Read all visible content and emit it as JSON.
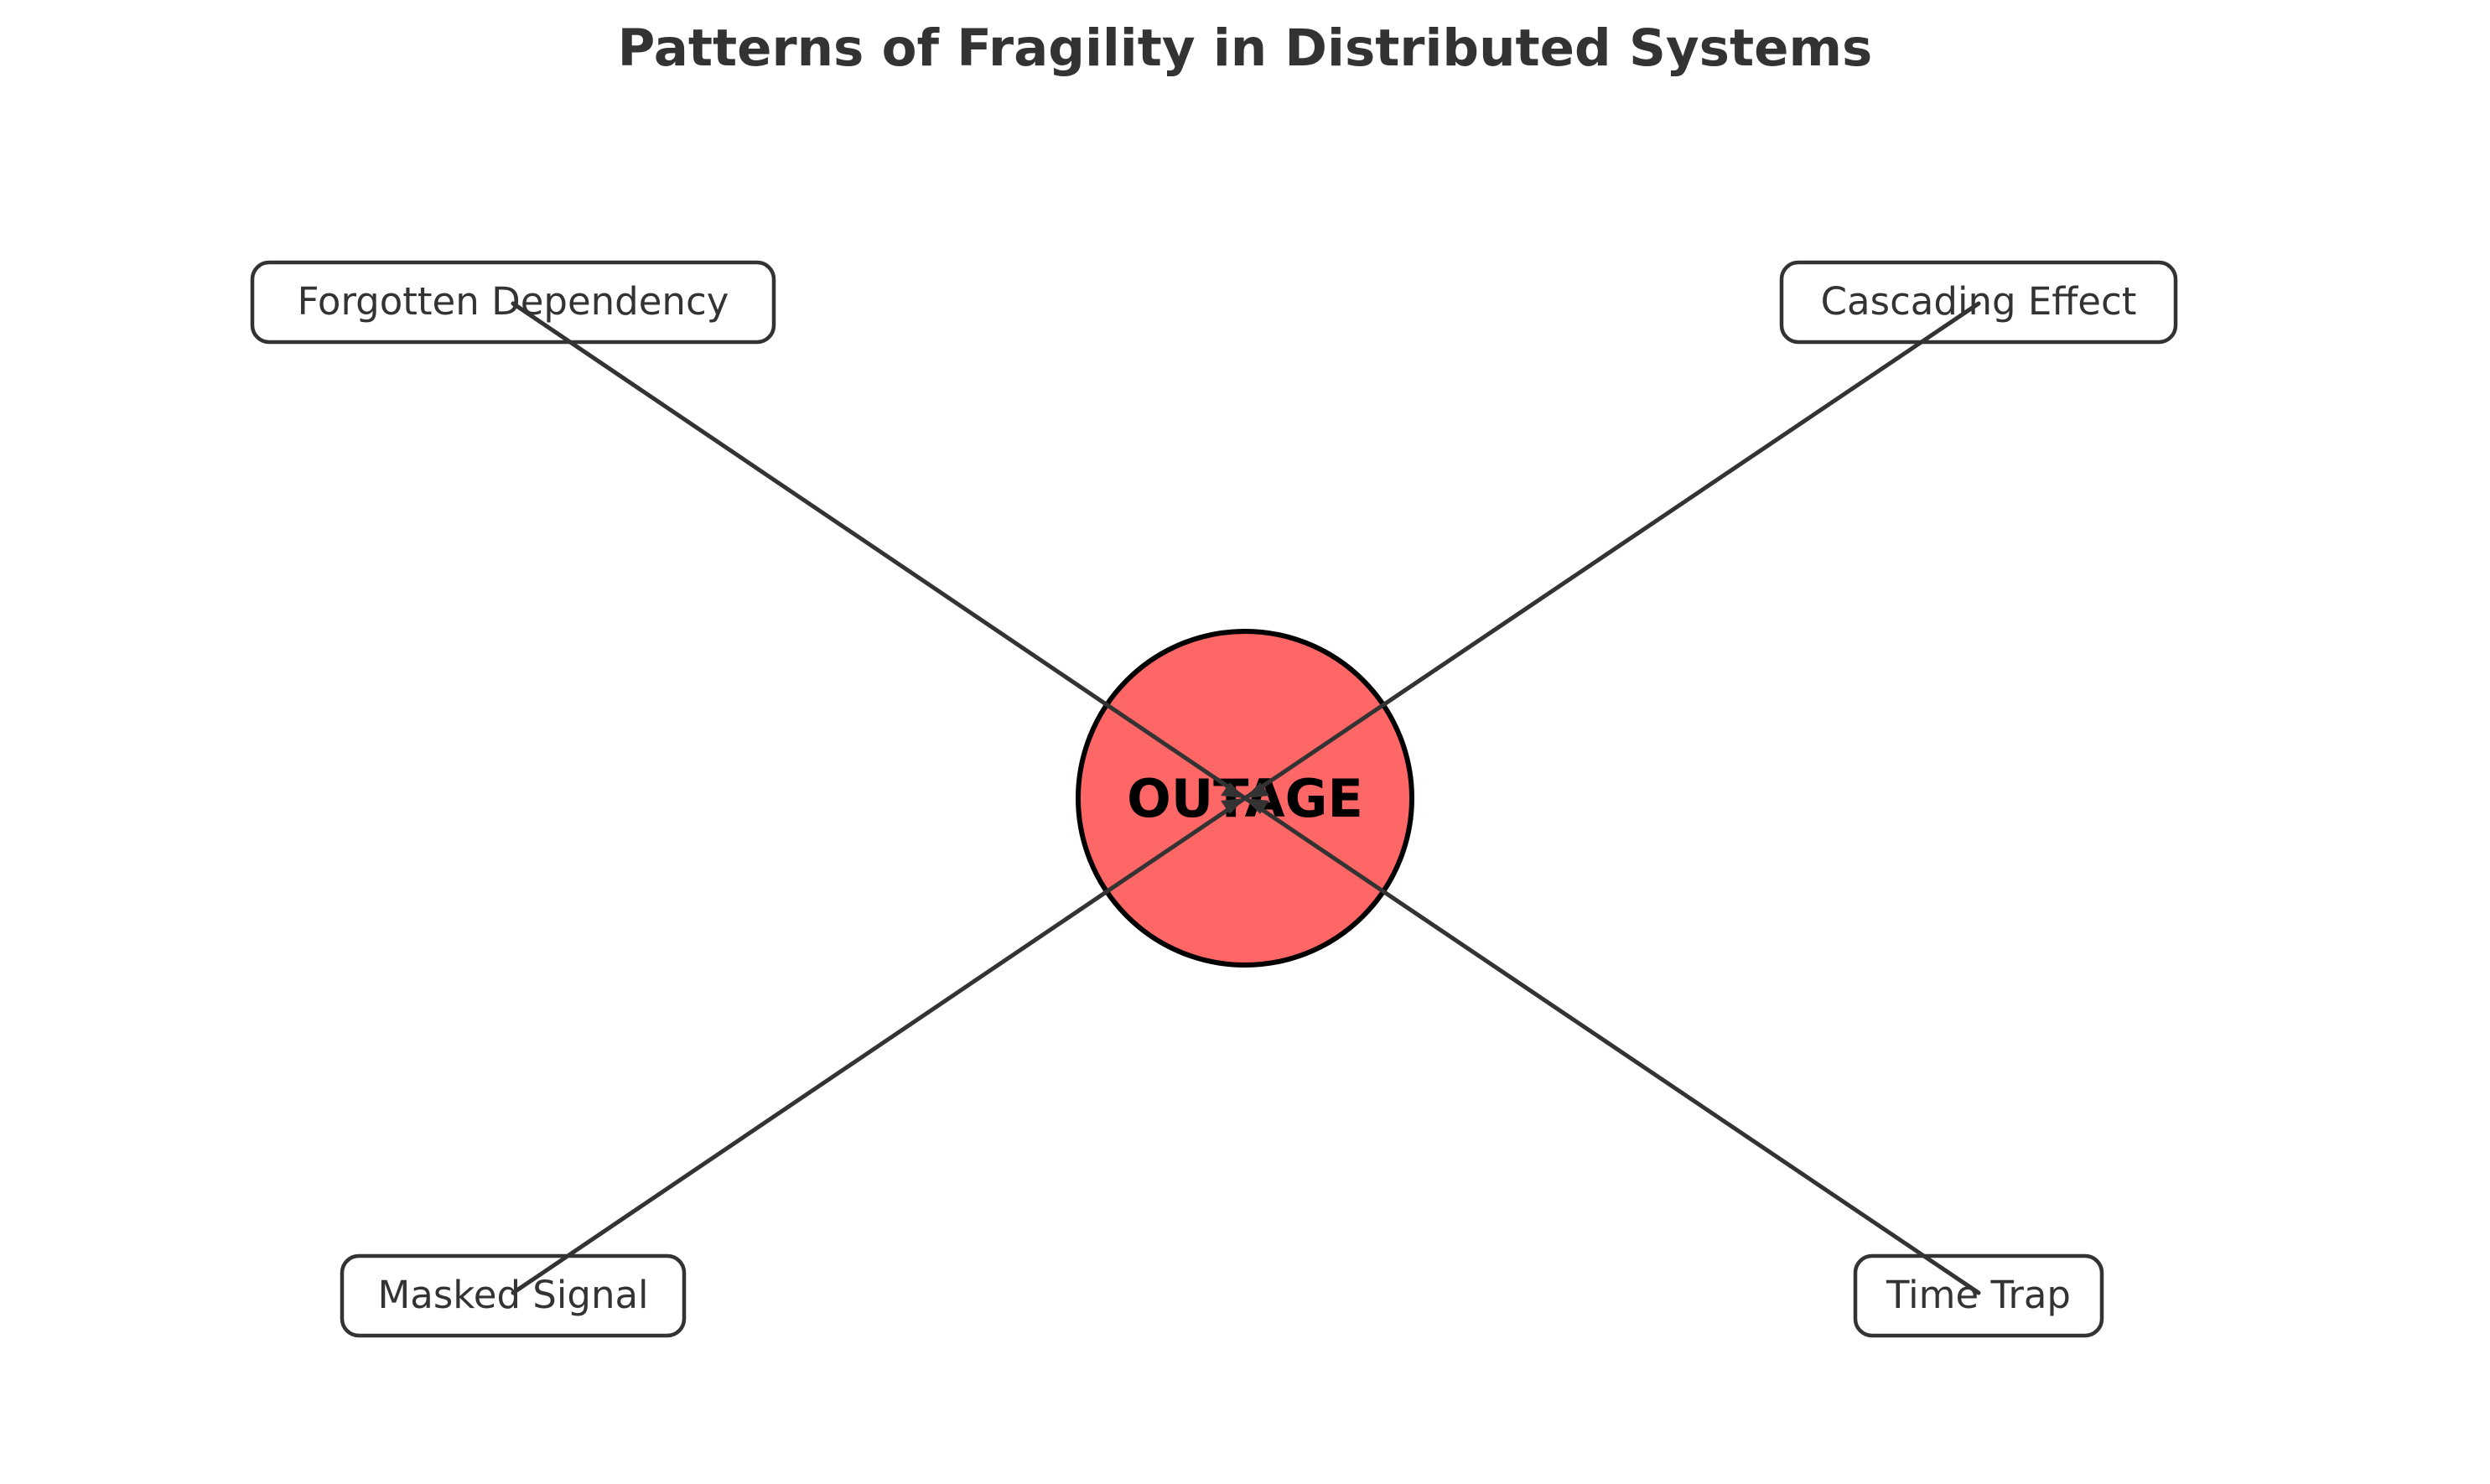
{
  "diagram": {
    "title": "Patterns of Fragility in Distributed Systems",
    "center": {
      "label": "OUTAGE",
      "fill_color": "#ff6666"
    },
    "nodes": [
      {
        "id": "forgotten-dependency",
        "label": "Forgotten Dependency"
      },
      {
        "id": "cascading-effect",
        "label": "Cascading Effect"
      },
      {
        "id": "masked-signal",
        "label": "Masked Signal"
      },
      {
        "id": "time-trap",
        "label": "Time Trap"
      }
    ],
    "edges": [
      {
        "from": "forgotten-dependency",
        "to": "center"
      },
      {
        "from": "cascading-effect",
        "to": "center"
      },
      {
        "from": "masked-signal",
        "to": "center"
      },
      {
        "from": "time-trap",
        "to": "center"
      }
    ],
    "colors": {
      "line": "#333333",
      "box_border": "#333333",
      "box_fill": "#ffffff",
      "center_border": "#000000",
      "text": "#333333"
    }
  }
}
